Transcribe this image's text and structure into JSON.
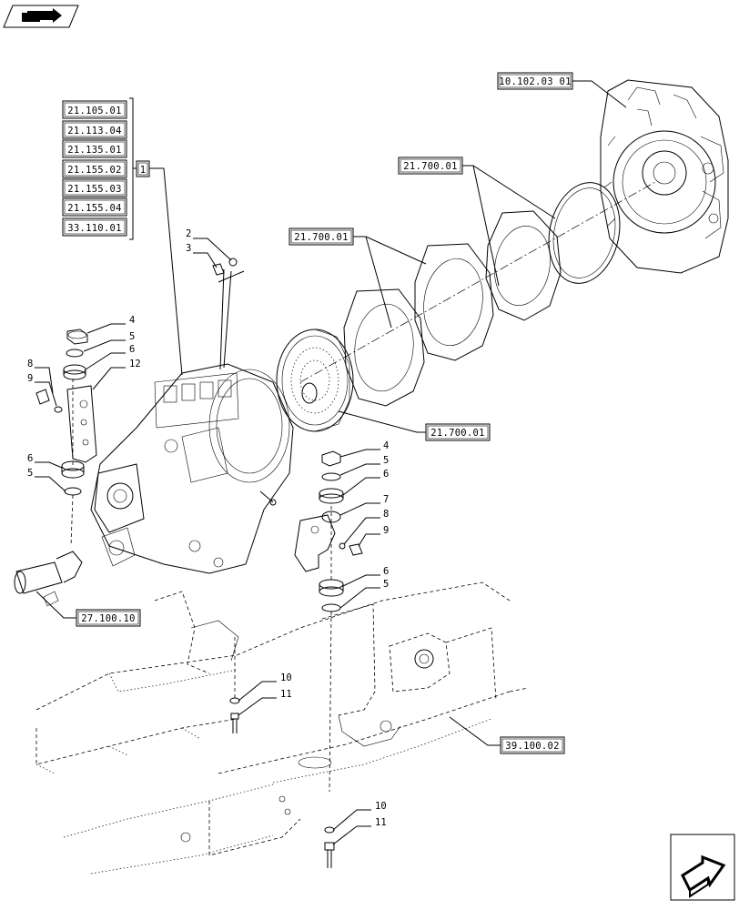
{
  "refs": {
    "ref_21_105_01": "21.105.01",
    "ref_21_113_04": "21.113.04",
    "ref_21_135_01": "21.135.01",
    "ref_21_155_02": "21.155.02",
    "ref_21_155_03": "21.155.03",
    "ref_21_155_04": "21.155.04",
    "ref_33_110_01": "33.110.01",
    "group": "1",
    "ref_10_102_03_01": "10.102.03 01",
    "ref_21_700_01_a": "21.700.01",
    "ref_21_700_01_b": "21.700.01",
    "ref_21_700_01_c": "21.700.01",
    "ref_27_100_10": "27.100.10",
    "ref_39_100_02": "39.100.02"
  },
  "callouts": {
    "c2": "2",
    "c3": "3",
    "l4": "4",
    "l5": "5",
    "l6": "6",
    "l12": "12",
    "l8": "8",
    "l9": "9",
    "l6b": "6",
    "l5b": "5",
    "r4": "4",
    "r5": "5",
    "r6": "6",
    "r7": "7",
    "r8": "8",
    "r9": "9",
    "r6b": "6",
    "r5b": "5",
    "b10a": "10",
    "b11a": "11",
    "b10b": "10",
    "b11b": "11"
  },
  "icons": {
    "top_left": "book-arrow-icon",
    "bottom_right": "next-page-arrow-icon"
  }
}
